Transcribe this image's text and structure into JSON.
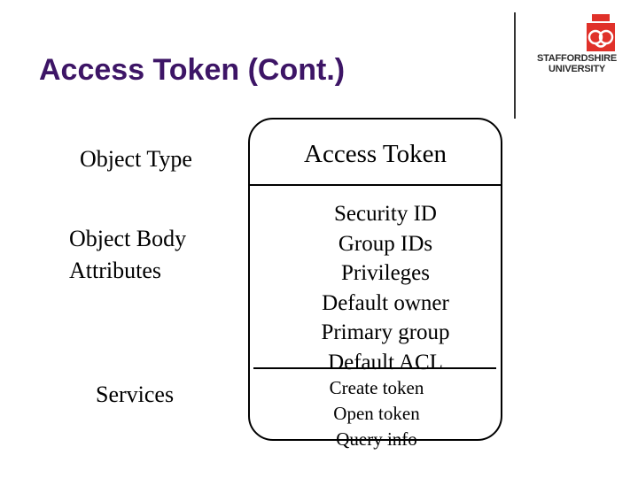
{
  "slide": {
    "title": "Access Token (Cont.)"
  },
  "logo": {
    "line1": "STAFFORDSHIRE",
    "line2": "UNIVERSITY",
    "icon": "staffordshire-knot-icon",
    "color": "#e0312a"
  },
  "left_labels": {
    "type": "Object Type",
    "body_line1": "Object Body",
    "body_line2": "Attributes",
    "services": "Services"
  },
  "token": {
    "title": "Access Token",
    "attributes": [
      "Security ID",
      "Group IDs",
      "Privileges",
      "Default owner",
      "Primary group",
      "Default ACL"
    ],
    "services": [
      "Create token",
      "Open token",
      "Query info"
    ]
  },
  "colors": {
    "title": "#3d1566",
    "logo_red": "#e0312a"
  }
}
